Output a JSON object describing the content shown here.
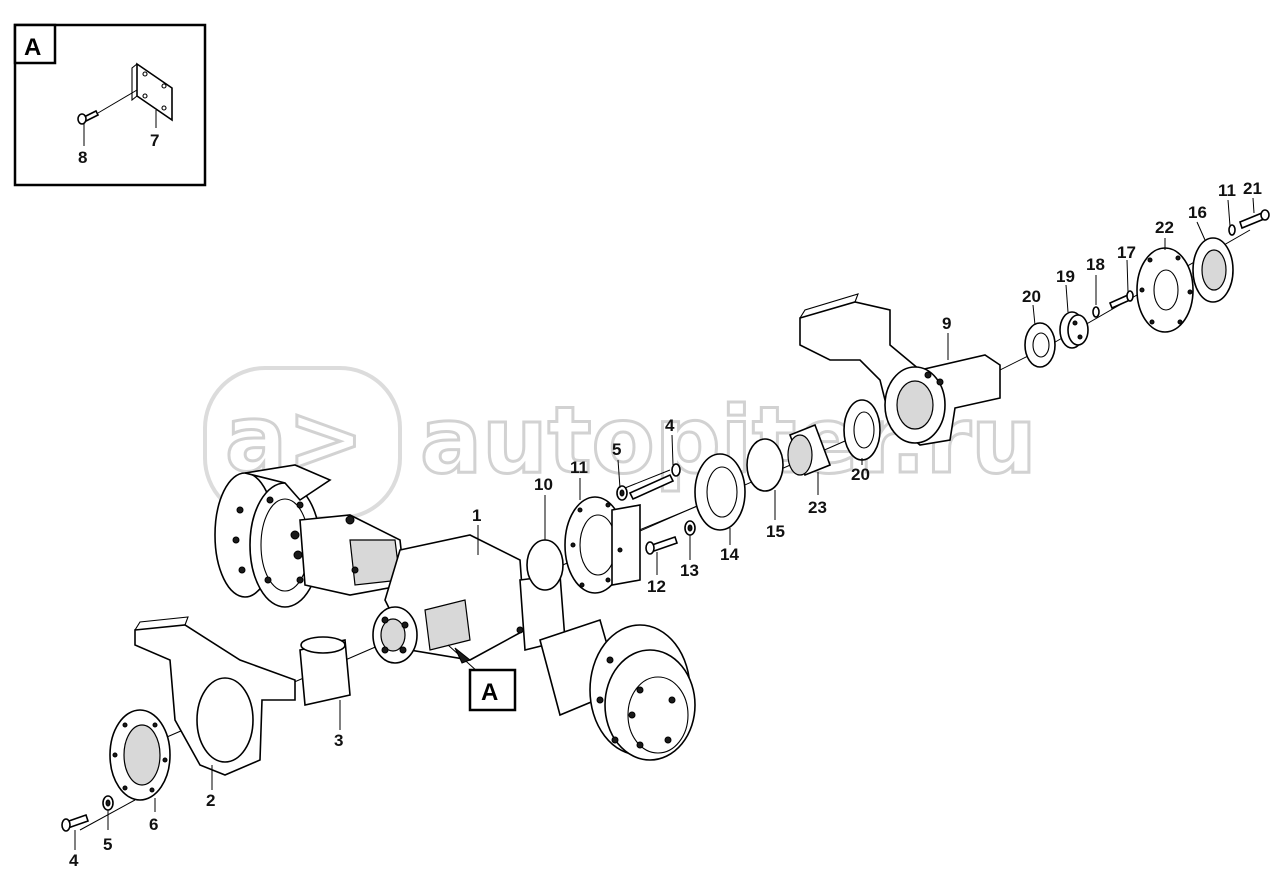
{
  "watermark": {
    "text": "autopiter.ru",
    "logo_glyph": "a>"
  },
  "inset": {
    "label": "A",
    "callouts": [
      "8",
      "7"
    ]
  },
  "detail_marker": {
    "label": "A"
  },
  "callouts": {
    "c1": "1",
    "c2": "2",
    "c3": "3",
    "c4a": "4",
    "c4b": "4",
    "c5a": "5",
    "c5b": "5",
    "c6": "6",
    "c9": "9",
    "c10": "10",
    "c11a": "11",
    "c11b": "11",
    "c12": "12",
    "c13": "13",
    "c14": "14",
    "c15": "15",
    "c16": "16",
    "c17": "17",
    "c18": "18",
    "c19": "19",
    "c20a": "20",
    "c20b": "20",
    "c21": "21",
    "c22": "22",
    "c23": "23"
  }
}
